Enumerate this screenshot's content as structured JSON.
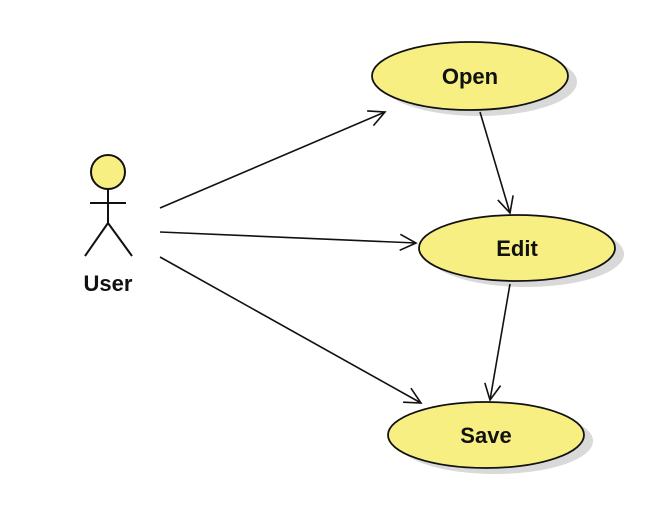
{
  "diagram": {
    "type": "use-case",
    "colors": {
      "fill": "#f7ef82",
      "stroke": "#111111",
      "shadow": "#d9d9d9",
      "background": "#ffffff"
    },
    "actor": {
      "name": "User"
    },
    "use_cases": [
      {
        "id": "open",
        "label": "Open"
      },
      {
        "id": "edit",
        "label": "Edit"
      },
      {
        "id": "save",
        "label": "Save"
      }
    ],
    "relations": [
      {
        "from": "actor",
        "to": "open"
      },
      {
        "from": "actor",
        "to": "edit"
      },
      {
        "from": "actor",
        "to": "save"
      },
      {
        "from": "open",
        "to": "edit"
      },
      {
        "from": "edit",
        "to": "save"
      }
    ]
  }
}
